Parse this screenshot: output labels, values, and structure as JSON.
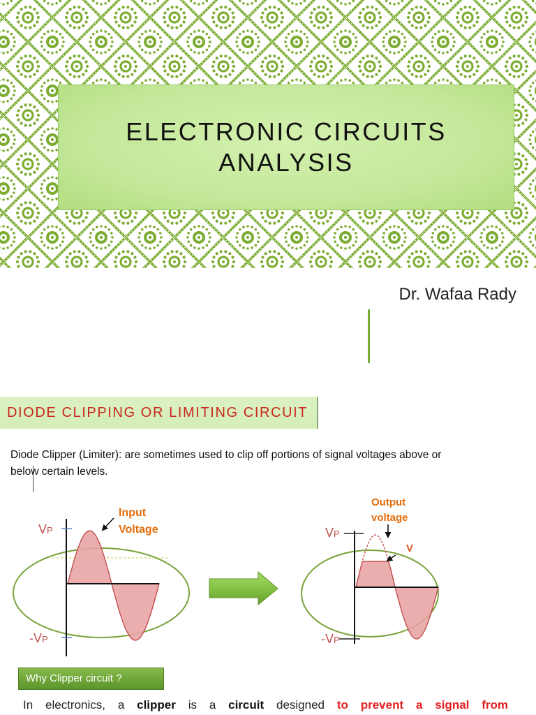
{
  "title_slide": {
    "title_line1": "ELECTRONIC CIRCUITS",
    "title_line2": "ANALYSIS",
    "author": "Dr. Wafaa Rady"
  },
  "content_slide": {
    "title": "DIODE CLIPPING OR LIMITING CIRCUIT",
    "intro_line1": "Diode Clipper (Limiter): are sometimes used to clip off portions of signal voltages above or",
    "intro_line2": "below certain levels.",
    "input_diagram": {
      "label_line1": "Input",
      "label_line2": "Voltage",
      "vp_main": "V",
      "vp_sub": "P",
      "neg_vp_main": "-V",
      "neg_vp_sub": "P"
    },
    "output_diagram": {
      "label_line1": "Output",
      "label_line2": "voltage",
      "clip_label": "V",
      "vp_main": "V",
      "vp_sub": "P",
      "neg_vp_main": "-V",
      "neg_vp_sub": "P"
    },
    "why_label": "Why Clipper circuit ?",
    "paragraph": {
      "seg1": "In electronics, a ",
      "seg2": "clipper",
      "seg3": " is a ",
      "seg4": "circuit",
      "seg5": " designed ",
      "seg6": "to prevent a signal from"
    }
  },
  "colors": {
    "pattern_green": "#7cad32",
    "title_box": "#c4e89b",
    "slide_title_red": "#c8281e",
    "title_bar": "#d4edb6",
    "label_orange": "#e36c09",
    "voltage_red": "#c0504d",
    "wave_fill": "#e8a3a3",
    "ellipse_green": "#77a33a",
    "button_green": "#6fa537",
    "emphasis_red": "#e41f1f"
  }
}
